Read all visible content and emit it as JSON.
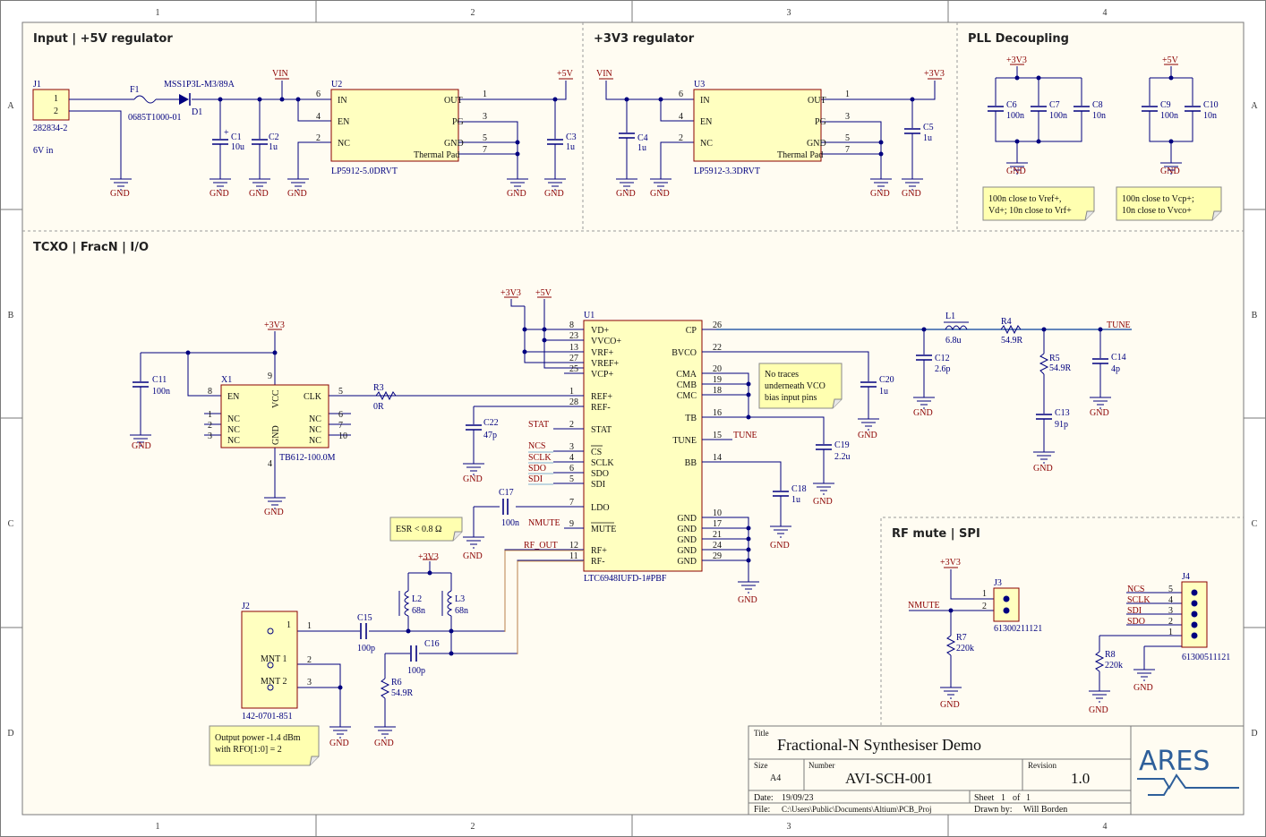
{
  "border": {
    "cols": [
      "1",
      "2",
      "3",
      "4"
    ],
    "rows": [
      "A",
      "B",
      "C",
      "D"
    ]
  },
  "sections": {
    "input_title": "Input | +5V regulator",
    "reg3_title": "+3V3 regulator",
    "pll_title": "PLL Decoupling",
    "tcxo_title": "TCXO | FracN | I/O",
    "rfmute_title": "RF mute | SPI"
  },
  "input": {
    "j1_ref": "J1",
    "j1_part": "282834-2",
    "j1_note": "6V in",
    "j1_pin1": "1",
    "j1_pin2": "2",
    "f1_ref": "F1",
    "f1_part": "0685T1000-01",
    "d1_ref": "D1",
    "d1_part": "MSS1P3L-M3/89A",
    "vin": "VIN",
    "p5v": "+5V",
    "c1_ref": "C1",
    "c1_val": "10u",
    "c1_plus": "+",
    "c2_ref": "C2",
    "c2_val": "1u",
    "c3_ref": "C3",
    "c3_val": "1u",
    "u2_ref": "U2",
    "u2_part": "LP5912-5.0DRVT",
    "u2_in": "IN",
    "u2_en": "EN",
    "u2_nc": "NC",
    "u2_out": "OUT",
    "u2_pg": "PG",
    "u2_gnd": "GND",
    "u2_pad": "Thermal Pad",
    "u2_p6": "6",
    "u2_p4": "4",
    "u2_p2": "2",
    "u2_p1": "1",
    "u2_p3": "3",
    "u2_p5": "5",
    "u2_p7": "7"
  },
  "reg3": {
    "vin": "VIN",
    "p3v3": "+3V3",
    "u3_ref": "U3",
    "u3_part": "LP5912-3.3DRVT",
    "u3_in": "IN",
    "u3_en": "EN",
    "u3_nc": "NC",
    "u3_out": "OUT",
    "u3_pg": "PG",
    "u3_gnd": "GND",
    "u3_pad": "Thermal Pad",
    "u3_p6": "6",
    "u3_p4": "4",
    "u3_p2": "2",
    "u3_p1": "1",
    "u3_p3": "3",
    "u3_p5": "5",
    "u3_p7": "7",
    "c4_ref": "C4",
    "c4_val": "1u",
    "c5_ref": "C5",
    "c5_val": "1u"
  },
  "pll": {
    "p3v3": "+3V3",
    "p5v": "+5V",
    "c6_ref": "C6",
    "c6_val": "100n",
    "c7_ref": "C7",
    "c7_val": "100n",
    "c8_ref": "C8",
    "c8_val": "10n",
    "c9_ref": "C9",
    "c9_val": "100n",
    "c10_ref": "C10",
    "c10_val": "10n",
    "note1_l1": "100n close to Vref+,",
    "note1_l2": "Vd+; 10n close to Vrf+",
    "note2_l1": "100n close to Vcp+;",
    "note2_l2": "10n close to Vvco+"
  },
  "tcxo": {
    "p3v3": "+3V3",
    "p5v": "+5V",
    "c11_ref": "C11",
    "c11_val": "100n",
    "x1_ref": "X1",
    "x1_part": "TB612-100.0M",
    "x1_en": "EN",
    "x1_clk": "CLK",
    "x1_vcc": "VCC",
    "x1_gnd": "GND",
    "x1_nc": "NC",
    "x1_p8": "8",
    "x1_p9": "9",
    "x1_p5": "5",
    "x1_p4": "4",
    "x1_p1": "1",
    "x1_p2": "2",
    "x1_p3": "3",
    "x1_p6": "6",
    "x1_p7": "7",
    "x1_p10": "10",
    "r3_ref": "R3",
    "r3_val": "0R",
    "u1_ref": "U1",
    "u1_part": "LTC6948IUFD-1#PBF",
    "u1_left": [
      "VD+",
      "VVCO+",
      "VRF+",
      "VREF+",
      "VCP+",
      "REF+",
      "REF-",
      "STAT",
      "CS",
      "SCLK",
      "SDO",
      "SDI",
      "LDO",
      "MUTE",
      "RF+",
      "RF-"
    ],
    "u1_left_pins": [
      "8",
      "23",
      "13",
      "27",
      "25",
      "1",
      "28",
      "2",
      "3",
      "4",
      "6",
      "5",
      "7",
      "9",
      "12",
      "11"
    ],
    "u1_right": [
      "CP",
      "BVCO",
      "CMA",
      "CMB",
      "CMC",
      "TB",
      "TUNE",
      "BB",
      "GND",
      "GND",
      "GND",
      "GND",
      "GND"
    ],
    "u1_right_pins": [
      "26",
      "22",
      "20",
      "19",
      "18",
      "16",
      "15",
      "14",
      "10",
      "17",
      "21",
      "24",
      "29"
    ],
    "c22_ref": "C22",
    "c22_val": "47p",
    "c17_ref": "C17",
    "c17_val": "100n",
    "esr_note": "ESR < 0.8 Ω",
    "net_stat": "STAT",
    "net_ncs": "NCS",
    "net_sclk": "SCLK",
    "net_sdo": "SDO",
    "net_sdi": "SDI",
    "net_nmute": "NMUTE",
    "net_rfout": "RF_OUT",
    "net_tune": "TUNE",
    "net_tune2": "TUNE",
    "vco_note_l1": "No traces",
    "vco_note_l2": "underneath VCO",
    "vco_note_l3": "bias input pins",
    "c20_ref": "C20",
    "c20_val": "1u",
    "c19_ref": "C19",
    "c19_val": "2.2u",
    "c18_ref": "C18",
    "c18_val": "1u",
    "l1_ref": "L1",
    "l1_val": "6.8u",
    "r4_ref": "R4",
    "r4_val": "54.9R",
    "c12_ref": "C12",
    "c12_val": "2.6p",
    "r5_ref": "R5",
    "r5_val": "54.9R",
    "c13_ref": "C13",
    "c13_val": "91p",
    "c14_ref": "C14",
    "c14_val": "4p",
    "l2_ref": "L2",
    "l2_val": "68n",
    "l3_ref": "L3",
    "l3_val": "68n",
    "c15_ref": "C15",
    "c15_val": "100p",
    "c16_ref": "C16",
    "c16_val": "100p",
    "r6_ref": "R6",
    "r6_val": "54.9R",
    "j2_ref": "J2",
    "j2_part": "142-0701-851",
    "j2_mnt1": "MNT 1",
    "j2_mnt2": "MNT 2",
    "j2_p1": "1",
    "j2_p2": "2",
    "j2_p3": "3",
    "out_note_l1": "Output power -1.4 dBm",
    "out_note_l2": "with RFO[1:0] = 2"
  },
  "rfmute": {
    "p3v3": "+3V3",
    "net_nmute": "NMUTE",
    "r7_ref": "R7",
    "r7_val": "220k",
    "j3_ref": "J3",
    "j3_part": "61300211121",
    "j3_p1": "1",
    "j3_p2": "2",
    "j4_ref": "J4",
    "j4_part": "61300511121",
    "j4_nets": [
      "NCS",
      "SCLK",
      "SDI",
      "SDO"
    ],
    "j4_pins": [
      "5",
      "4",
      "3",
      "2",
      "1"
    ],
    "r8_ref": "R8",
    "r8_val": "220k"
  },
  "gnd": "GND",
  "titleblock": {
    "title_label": "Title",
    "title": "Fractional-N Synthesiser Demo",
    "size_label": "Size",
    "size": "A4",
    "number_label": "Number",
    "number": "AVI-SCH-001",
    "revision_label": "Revision",
    "revision": "1.0",
    "date_label": "Date:",
    "date": "19/09/23",
    "sheet_label": "Sheet",
    "sheet": "1",
    "of_label": "of",
    "sheets": "1",
    "file_label": "File:",
    "file": "C:\\Users\\Public\\Documents\\Altium\\PCB_Proj",
    "drawn_label": "Drawn by:",
    "drawn": "Will Borden",
    "logo": "ARES"
  },
  "colors": {
    "frame": "#7a7a7a",
    "wire": "#00007f",
    "net": "#8b0000",
    "fill": "#ffffc0",
    "body": "#8b0000",
    "note_fill": "#ffffb0",
    "bg": "#fffcf2",
    "highlight": "#4a90c0"
  }
}
